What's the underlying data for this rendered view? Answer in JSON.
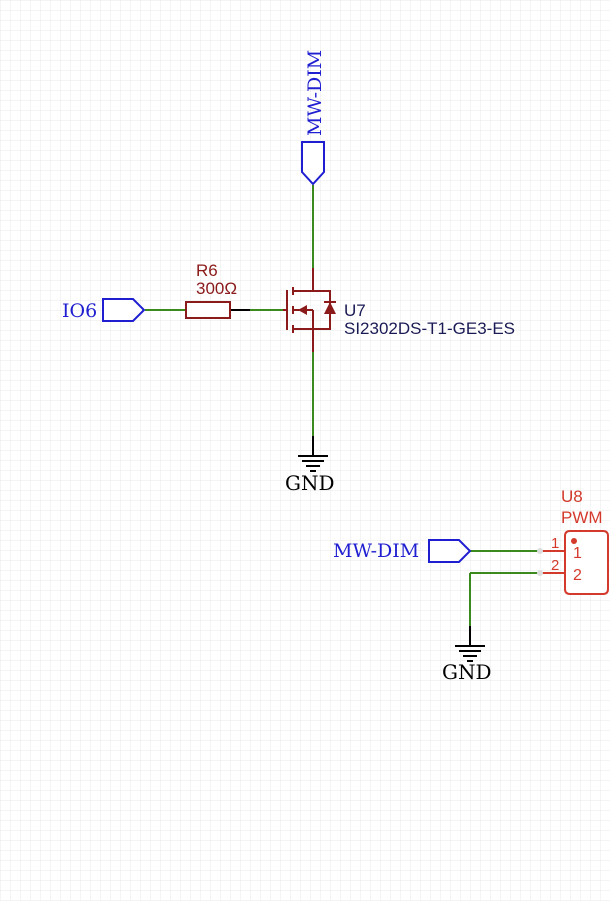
{
  "nets": {
    "mw_dim_top": "MW-DIM",
    "io6": "IO6",
    "mw_dim_connector": "MW-DIM",
    "gnd_1": "GND",
    "gnd_2": "GND"
  },
  "resistor": {
    "ref": "R6",
    "value": "300Ω"
  },
  "mosfet": {
    "ref": "U7",
    "part": "SI2302DS-T1-GE3-ES"
  },
  "connector": {
    "ref": "U8",
    "value": "PWM",
    "pins": [
      {
        "number": "1",
        "label": "1"
      },
      {
        "number": "2",
        "label": "2"
      }
    ]
  },
  "colors": {
    "wire": "#3a8a1e",
    "net_flag": "#1f1fd1",
    "component": "#8b1a1a",
    "connector": "#d33a2c",
    "grid": "#e6e6e6",
    "ground": "#000000"
  }
}
